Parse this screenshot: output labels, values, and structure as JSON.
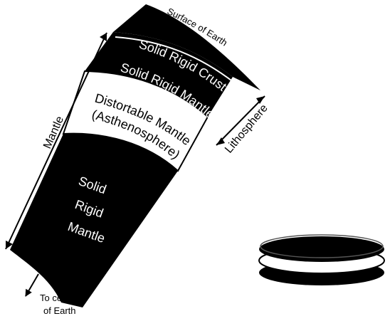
{
  "diagram": {
    "surface_label": "Surface of Earth",
    "layers": {
      "crust": "Solid Rigid Crust",
      "upper_mantle": "Solid Rigid Mantle",
      "asthenosphere_line1": "Distortable Mantle",
      "asthenosphere_line2": "(Asthenosphere)",
      "deep_mantle_line1": "Solid",
      "deep_mantle_line2": "Rigid",
      "deep_mantle_line3": "Mantle"
    },
    "mantle_label": "Mantle",
    "lithosphere_label": "Lithosphere",
    "center_label_line1": "To center",
    "center_label_line2": "of Earth"
  },
  "colors": {
    "layer_fill": "#000000",
    "weak_layer_fill": "#ffffff",
    "text_on_dark": "#ffffff",
    "text_on_light": "#000000"
  }
}
